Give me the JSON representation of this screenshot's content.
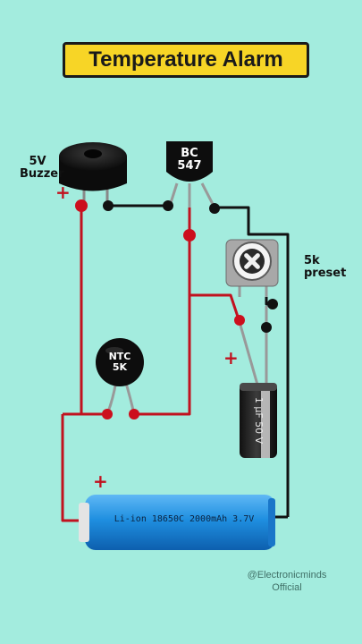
{
  "title": "Temperature Alarm",
  "buzzer": {
    "label_line1": "5V",
    "label_line2": "Buzzer"
  },
  "transistor": {
    "line1": "BC",
    "line2": "547"
  },
  "preset": {
    "label_line1": "5k",
    "label_line2": "preset"
  },
  "ntc": {
    "line1": "NTC",
    "line2": "5K"
  },
  "capacitor": {
    "text": "1 μF 50 V"
  },
  "battery": {
    "text": "Li-ion 18650C 2000mAh 3.7V"
  },
  "polarity": {
    "plus": "+"
  },
  "watermark": {
    "line1": "@Electronicminds",
    "line2": "Official"
  },
  "colors": {
    "background": "#a3ecde",
    "title_bg": "#f7d526",
    "wire_red": "#c1121f",
    "wire_black": "#111111",
    "battery": "#1f8fe0",
    "node": "#cc0f1d"
  }
}
